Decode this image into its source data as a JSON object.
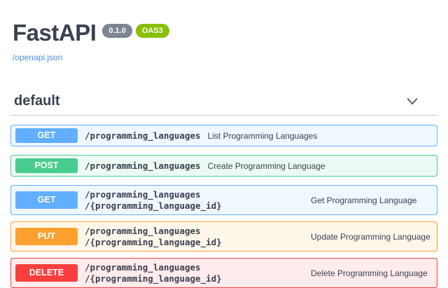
{
  "header": {
    "title": "FastAPI",
    "version_badge": "0.1.0",
    "oas_badge": "OAS3",
    "spec_link": "/openapi.json"
  },
  "section": {
    "name": "default",
    "chevron_icon": "chevron-down"
  },
  "colors": {
    "text": "#3b4151",
    "link": "#4990e2",
    "version_pill": "#7d8492",
    "oas_pill": "#89bf04",
    "get": "#61affe",
    "post": "#49cc90",
    "put": "#fca130",
    "delete": "#f93e3e"
  },
  "operations": [
    {
      "method": "GET",
      "path_lines": [
        "/programming_languages"
      ],
      "description": "List Programming Languages"
    },
    {
      "method": "POST",
      "path_lines": [
        "/programming_languages"
      ],
      "description": "Create Programming Language"
    },
    {
      "method": "GET",
      "path_lines": [
        "/programming_languages",
        "/{programming_language_id}"
      ],
      "description": "Get Programming Language"
    },
    {
      "method": "PUT",
      "path_lines": [
        "/programming_languages",
        "/{programming_language_id}"
      ],
      "description": "Update Programming Language"
    },
    {
      "method": "DELETE",
      "path_lines": [
        "/programming_languages",
        "/{programming_language_id}"
      ],
      "description": "Delete Programming Language"
    }
  ]
}
